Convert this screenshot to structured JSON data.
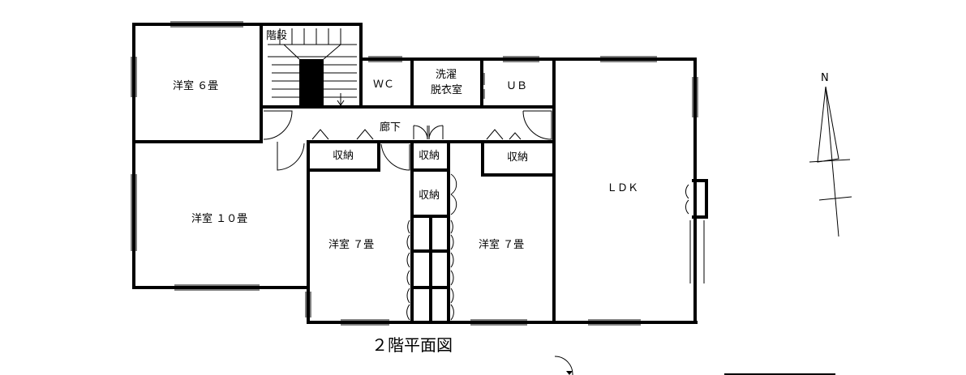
{
  "rooms": {
    "stairs": "階段",
    "bedroom_6": "洋室 ６畳",
    "wc": "ＷＣ",
    "laundry_line1": "洗濯",
    "laundry_line2": "脱衣室",
    "ub": "ＵＢ",
    "hallway": "廊下",
    "storage_left": "収納",
    "storage_mid_top": "収納",
    "storage_right": "収納",
    "storage_mid": "収納",
    "bedroom_10": "洋室 １０畳",
    "bedroom_7_left": "洋室 ７畳",
    "bedroom_7_right": "洋室 ７畳",
    "ldk": "ＬＤＫ"
  },
  "compass": {
    "north": "N"
  },
  "title": "２階平面図",
  "colors": {
    "ink": "#000000",
    "background": "#ffffff"
  }
}
